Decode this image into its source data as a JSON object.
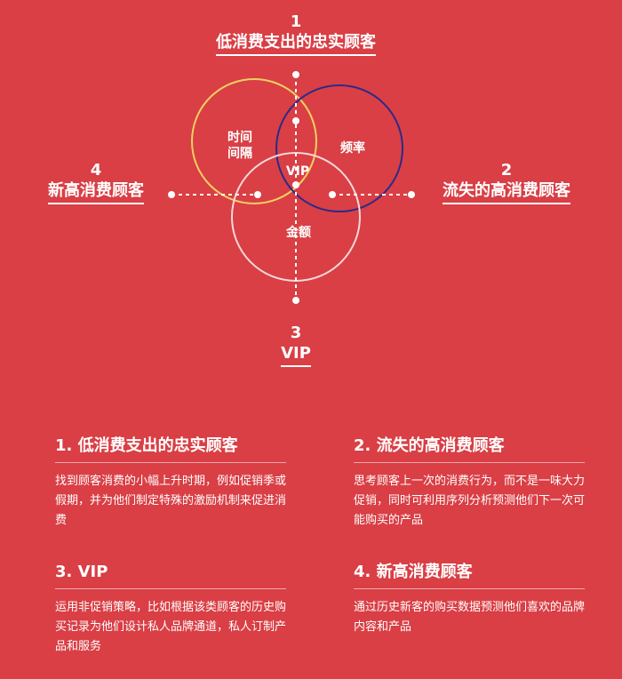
{
  "diagram": {
    "labels": {
      "top": {
        "num": "1",
        "title": "低消费支出的忠实顾客"
      },
      "right": {
        "num": "2",
        "title": "流失的高消费顾客"
      },
      "bottom": {
        "num": "3",
        "title": "VIP"
      },
      "left": {
        "num": "4",
        "title": "新高消费顾客"
      }
    },
    "circles": {
      "time_interval": "时间\n间隔",
      "frequency": "频率",
      "amount": "金额",
      "center": "VIP"
    },
    "colors": {
      "background": "#d93f45",
      "yellow_circle": "#f0d060",
      "blue_circle": "#2a2a8a",
      "white_circle": "#f6d8d8"
    }
  },
  "sections": [
    {
      "heading": "1. 低消费支出的忠实顾客",
      "body": "找到顾客消费的小幅上升时期，例如促销季或假期，并为他们制定特殊的激励机制来促进消费"
    },
    {
      "heading": "2. 流失的高消费顾客",
      "body": "思考顾客上一次的消费行为，而不是一味大力促销，同时可利用序列分析预测他们下一次可能购买的产品"
    },
    {
      "heading": "3. VIP",
      "body": "运用非促销策略，比如根据该类顾客的历史购买记录为他们设计私人品牌通道，私人订制产品和服务"
    },
    {
      "heading": "4. 新高消费顾客",
      "body": "通过历史新客的购买数据预测他们喜欢的品牌内容和产品"
    }
  ]
}
